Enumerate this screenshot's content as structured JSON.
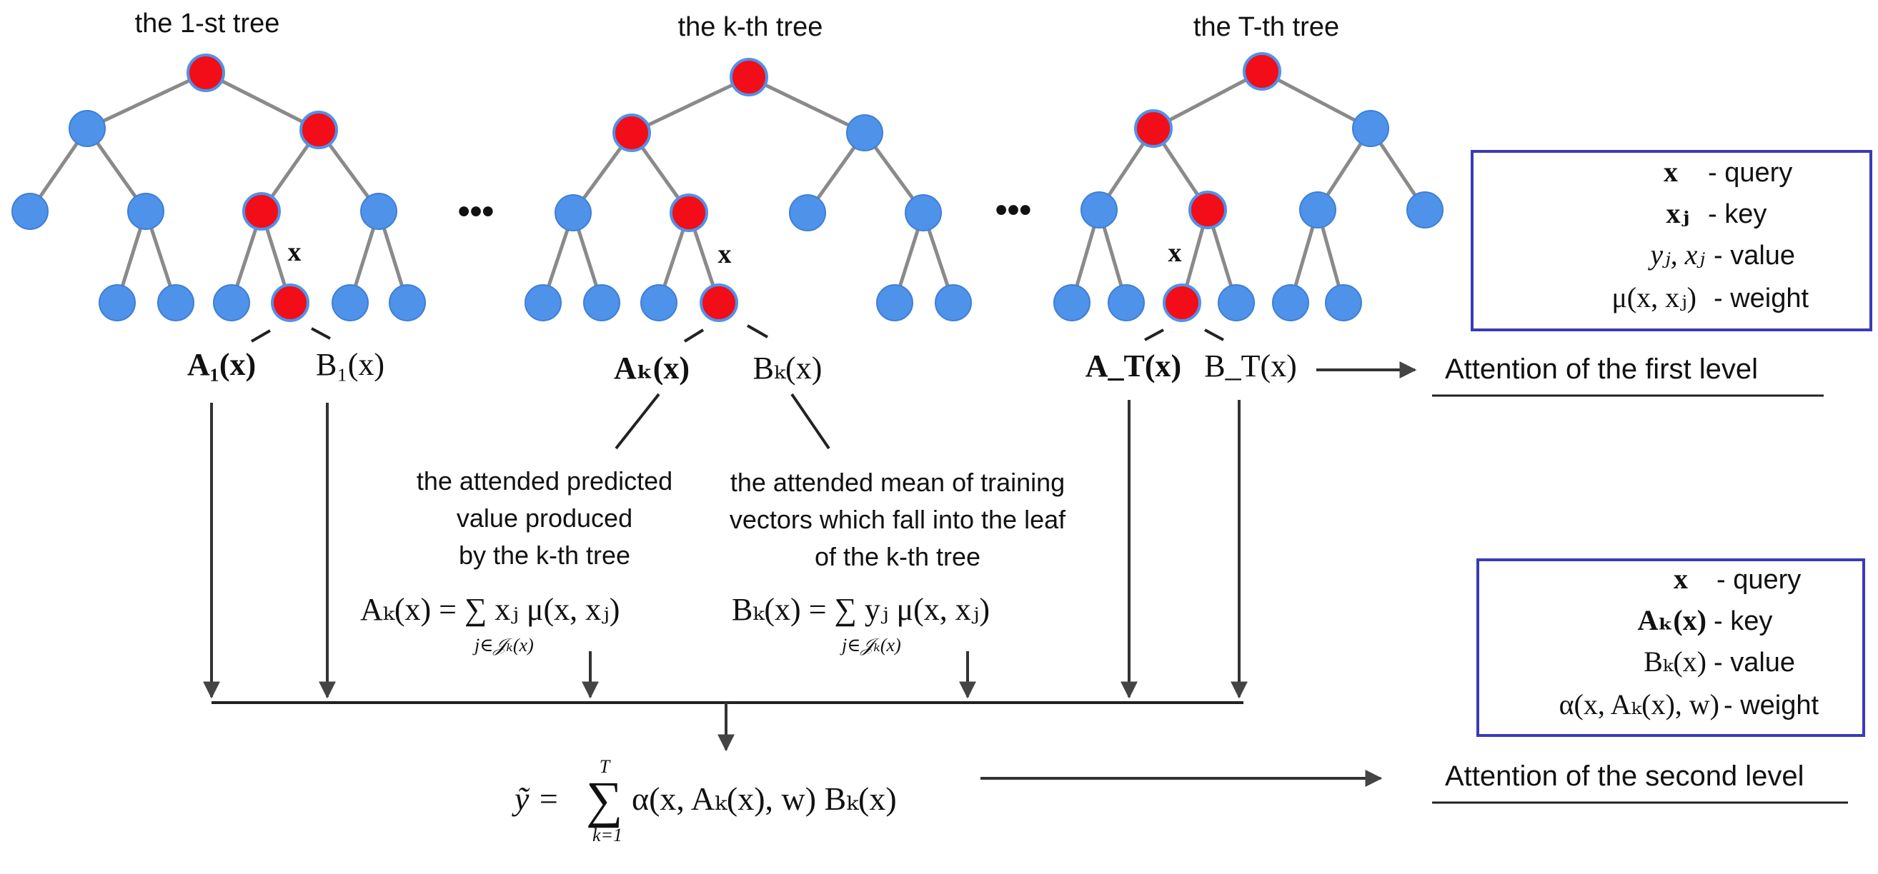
{
  "trees": [
    {
      "title": "the 1-st tree",
      "x_label": "x",
      "A_label": "A₁(x)",
      "B_label": "B₁(x)"
    },
    {
      "title": "the k-th tree",
      "x_label": "x",
      "A_label": "Aₖ(x)",
      "B_label": "Bₖ(x)"
    },
    {
      "title": "the T-th tree",
      "x_label": "x",
      "A_label": "A_T(x)",
      "B_label": "B_T(x)"
    }
  ],
  "ellipsis": "•••",
  "explanations": {
    "A_lines": [
      "the attended predicted",
      "value produced",
      "by the k-th tree"
    ],
    "B_lines": [
      "the attended mean of training",
      "vectors which fall into the leaf",
      "of the k-th tree"
    ],
    "A_formula": "Aₖ(x) = ∑ xⱼ μ(x, xⱼ)",
    "A_sub": "j∈𝒥ₖ(x)",
    "B_formula": "Bₖ(x) = ∑ yⱼ μ(x, xⱼ)",
    "B_sub": "j∈𝒥ₖ(x)"
  },
  "final_formula": {
    "lhs": "ỹ =",
    "sum": "∑",
    "sup": "T",
    "sub": "k=1",
    "body": "α(x, Aₖ(x), w) Bₖ(x)"
  },
  "box1": {
    "rows": [
      {
        "term": "x",
        "desc": "- query"
      },
      {
        "term": "xⱼ",
        "desc": "- key"
      },
      {
        "term": "yⱼ, xⱼ",
        "desc": "- value"
      },
      {
        "term": "μ(x, xⱼ)",
        "desc": "- weight"
      }
    ]
  },
  "box2": {
    "rows": [
      {
        "term": "x",
        "desc": "- query"
      },
      {
        "term": "Aₖ(x)",
        "desc": "- key"
      },
      {
        "term": "Bₖ(x)",
        "desc": "- value"
      },
      {
        "term": "α(x, Aₖ(x), w)",
        "desc": "- weight"
      }
    ]
  },
  "level_labels": {
    "first": "Attention of the first level",
    "second": "Attention of the second level"
  },
  "colors": {
    "node_blue": "#4f92ea",
    "node_red": "#f20d18",
    "edge": "#8a8a8a",
    "box_border": "#3a3ab8"
  }
}
